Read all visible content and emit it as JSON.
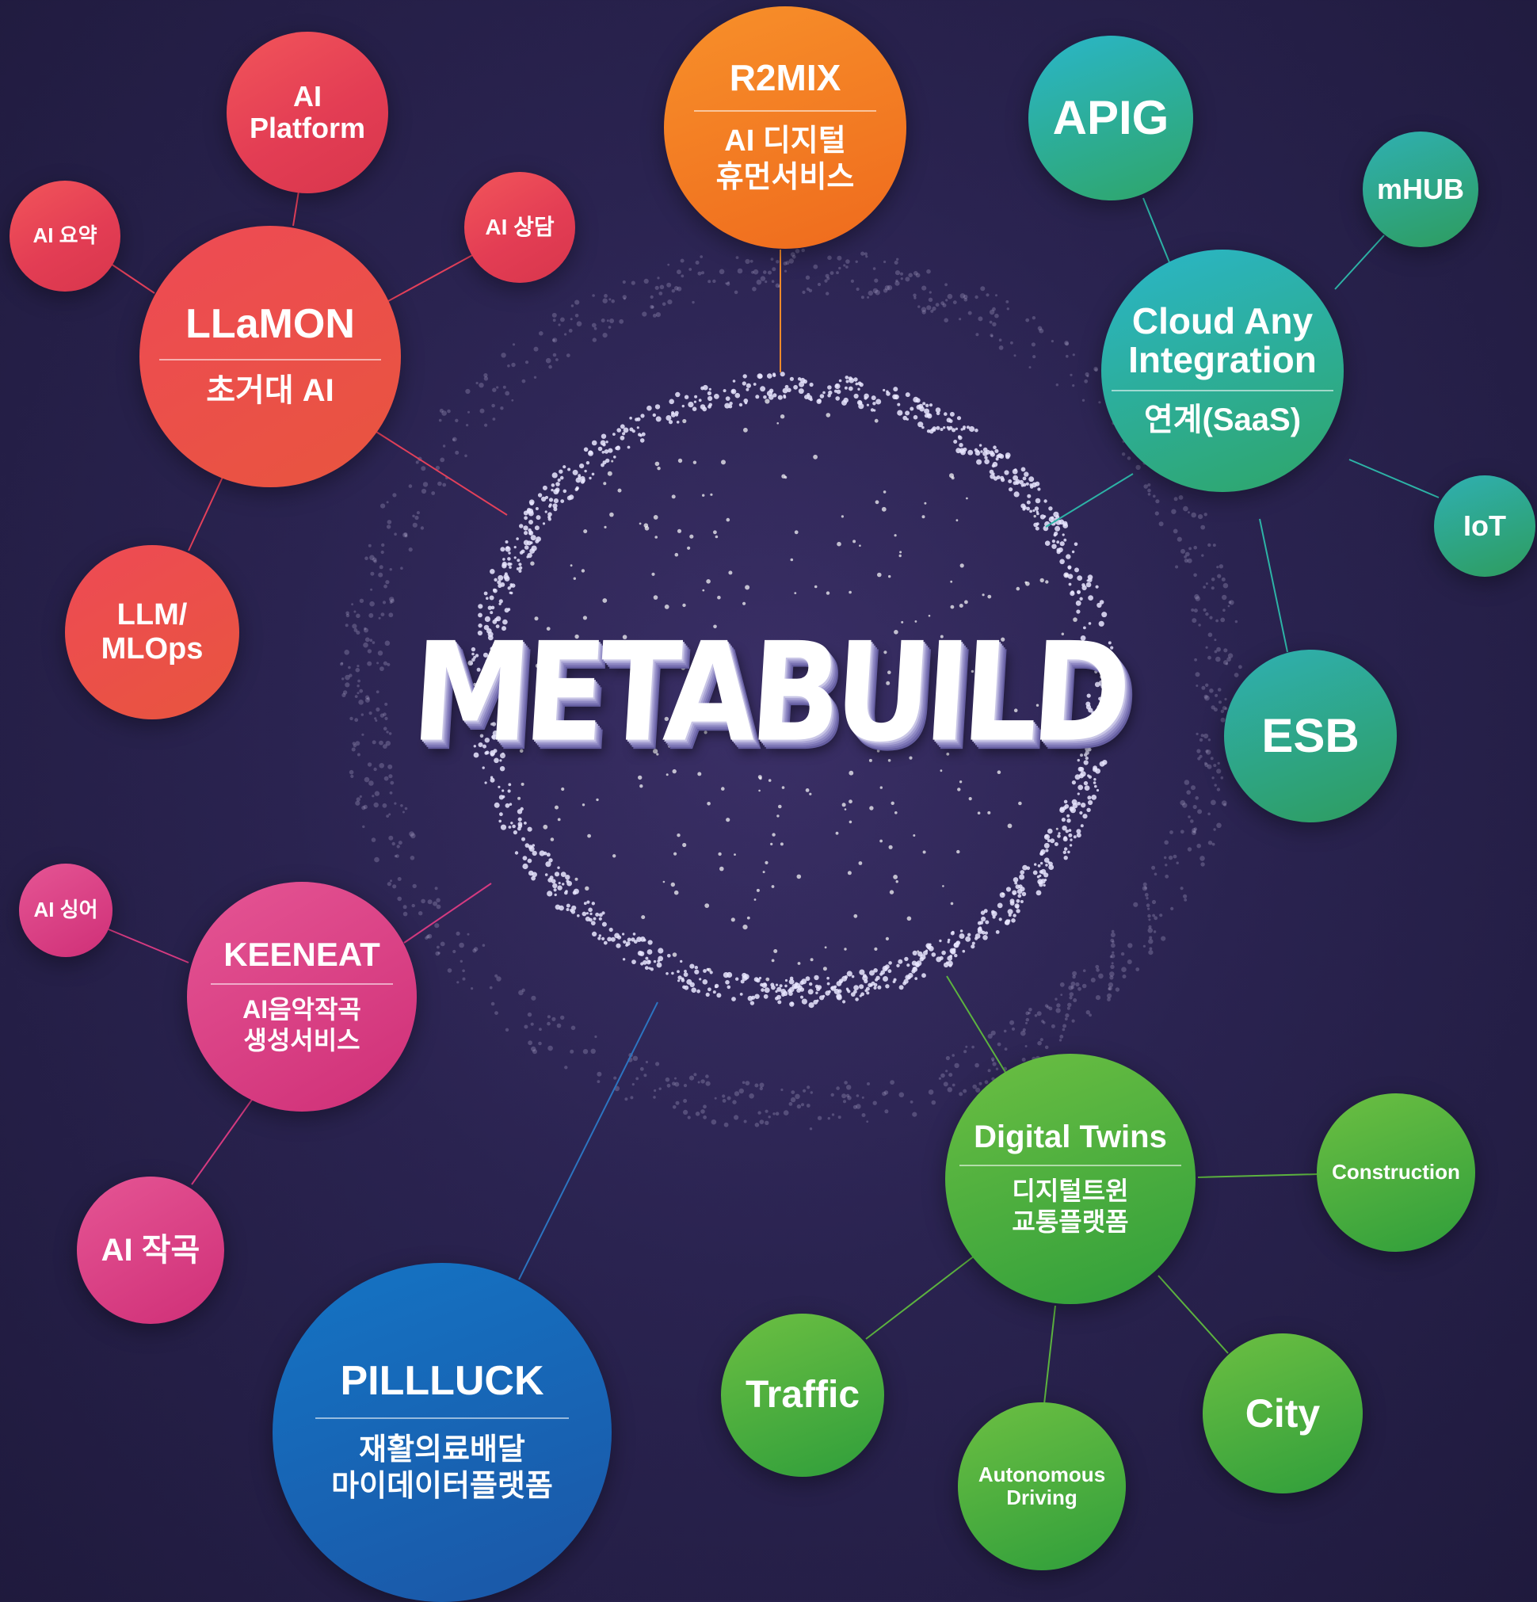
{
  "brand": "METABUILD",
  "nodes": {
    "llamon": {
      "title": "LLaMON",
      "sub": "초거대 AI"
    },
    "ai_platform": {
      "label": "AI\nPlatform"
    },
    "ai_summary": {
      "label": "AI 요약"
    },
    "ai_consult": {
      "label": "AI 상담"
    },
    "llm_mlops": {
      "label": "LLM/\nMLOps"
    },
    "r2mix": {
      "title": "R2MIX",
      "sub": "AI 디지털\n휴먼서비스"
    },
    "apig": {
      "label": "APIG"
    },
    "mhub": {
      "label": "mHUB"
    },
    "cloud_any": {
      "title": "Cloud Any\nIntegration",
      "sub": "연계(SaaS)"
    },
    "iot": {
      "label": "IoT"
    },
    "esb": {
      "label": "ESB"
    },
    "keeneat": {
      "title": "KEENEAT",
      "sub": "AI음악작곡\n생성서비스"
    },
    "ai_singer": {
      "label": "AI 싱어"
    },
    "ai_compose": {
      "label": "AI 작곡"
    },
    "pillluck": {
      "title": "PILLLUCK",
      "sub": "재활의료배달\n마이데이터플랫폼"
    },
    "digital_twins": {
      "title": "Digital Twins",
      "sub": "디지털트윈\n교통플랫폼"
    },
    "construction": {
      "label": "Construction"
    },
    "traffic": {
      "label": "Traffic"
    },
    "autonomous": {
      "label": "Autonomous\nDriving"
    },
    "city": {
      "label": "City"
    }
  },
  "colors": {
    "llamon_family": "#e33d54",
    "r2mix": "#f07d22",
    "cloud_family": "#2ba6a0",
    "keeneat_family": "#d53a80",
    "pillluck": "#1766b5",
    "digital_twins_family": "#4cae3c",
    "background": "#2a2350"
  }
}
